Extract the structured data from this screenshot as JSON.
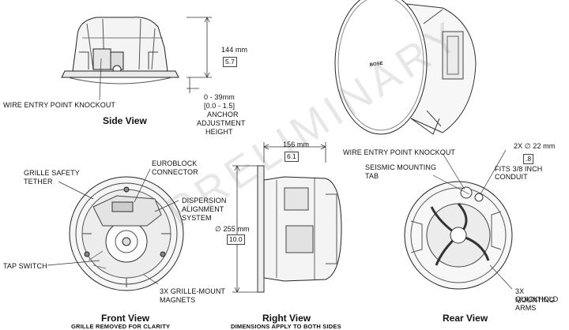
{
  "side_view": {
    "title": "Side View",
    "height_mm": "144 mm",
    "height_in": "5.7",
    "wire_label": "WIRE ENTRY POINT KNOCKOUT",
    "anchor_range_mm": "0 - 39mm",
    "anchor_range_in": "[0.0 - 1.5]",
    "anchor_label_1": "ANCHOR",
    "anchor_label_2": "ADJUSTMENT",
    "anchor_label_3": "HEIGHT"
  },
  "front_view": {
    "title": "Front View",
    "subtitle": "GRILLE REMOVED FOR CLARITY",
    "grille_tether_1": "GRILLE SAFETY",
    "grille_tether_2": "TETHER",
    "euroblock_1": "EUROBLOCK",
    "euroblock_2": "CONNECTOR",
    "dispersion_1": "DISPERSION",
    "dispersion_2": "ALIGNMENT",
    "dispersion_3": "SYSTEM",
    "tap_switch": "TAP SWITCH",
    "magnets_1": "3X GRILLE-MOUNT",
    "magnets_2": "MAGNETS"
  },
  "right_view": {
    "title": "Right View",
    "subtitle": "DIMENSIONS APPLY TO BOTH SIDES",
    "depth_mm": "156 mm",
    "depth_in": "6.1",
    "diameter_mm": "∅ 255 mm",
    "diameter_in": "10.0"
  },
  "rear_view": {
    "title": "Rear View",
    "wire_label": "WIRE ENTRY POINT KNOCKOUT",
    "seismic_1": "SEISMIC MOUNTING",
    "seismic_2": "TAB",
    "conduit_mm": "2X ∅ 22 mm",
    "conduit_in": ".8",
    "conduit_label": "FITS 3/8 INCH CONDUIT",
    "quickhold_1": "3X QUICKHOLD",
    "quickhold_2": "MOUNTING ARMS"
  },
  "product": {
    "logo": "BOSE"
  },
  "watermark": "PRELIMINARY"
}
